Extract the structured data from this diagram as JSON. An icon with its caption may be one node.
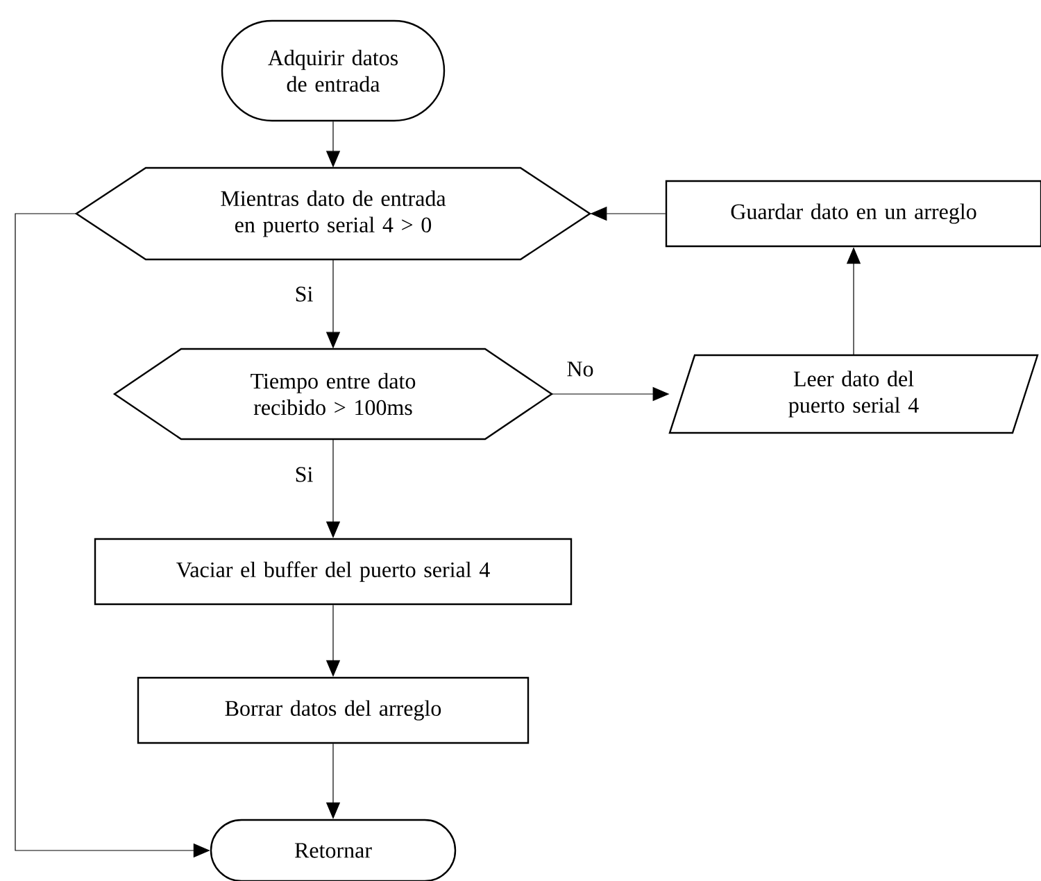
{
  "diagram": {
    "nodes": [
      {
        "text": [
          "Adquirir datos de entrada"
        ]
      },
      {
        "text": [
          "Mientras dato de entrada en puerto serial 4 > 0"
        ]
      },
      {
        "text": [
          "Guardar dato en un arreglo"
        ]
      },
      {
        "text": [
          "Tiempo entre dato recibido > 100ms"
        ]
      },
      {
        "text": [
          "Leer dato del puerto serial 4"
        ]
      },
      {
        "text": [
          "Vaciar el buffer del puerto serial 4"
        ]
      },
      {
        "text": [
          "Borrar datos del arreglo"
        ]
      },
      {
        "text": [
          "Retornar"
        ]
      }
    ],
    "edges": [
      {
        "from": 0,
        "to": 1,
        "arrow": "to"
      },
      {
        "from": 1,
        "to": 3,
        "arrow": "to",
        "label": "Si"
      },
      {
        "from": 3,
        "to": 4,
        "arrow": "to",
        "label": "No"
      },
      {
        "from": 4,
        "to": 2,
        "arrow": "to"
      },
      {
        "from": 2,
        "to": 1,
        "arrow": "to"
      },
      {
        "from": 3,
        "to": 5,
        "arrow": "to",
        "label": "Si"
      },
      {
        "from": 5,
        "to": 6,
        "arrow": "to"
      },
      {
        "from": 6,
        "to": 7,
        "arrow": "to"
      },
      {
        "from": 1,
        "to": 7,
        "arrow": "to"
      }
    ]
  }
}
